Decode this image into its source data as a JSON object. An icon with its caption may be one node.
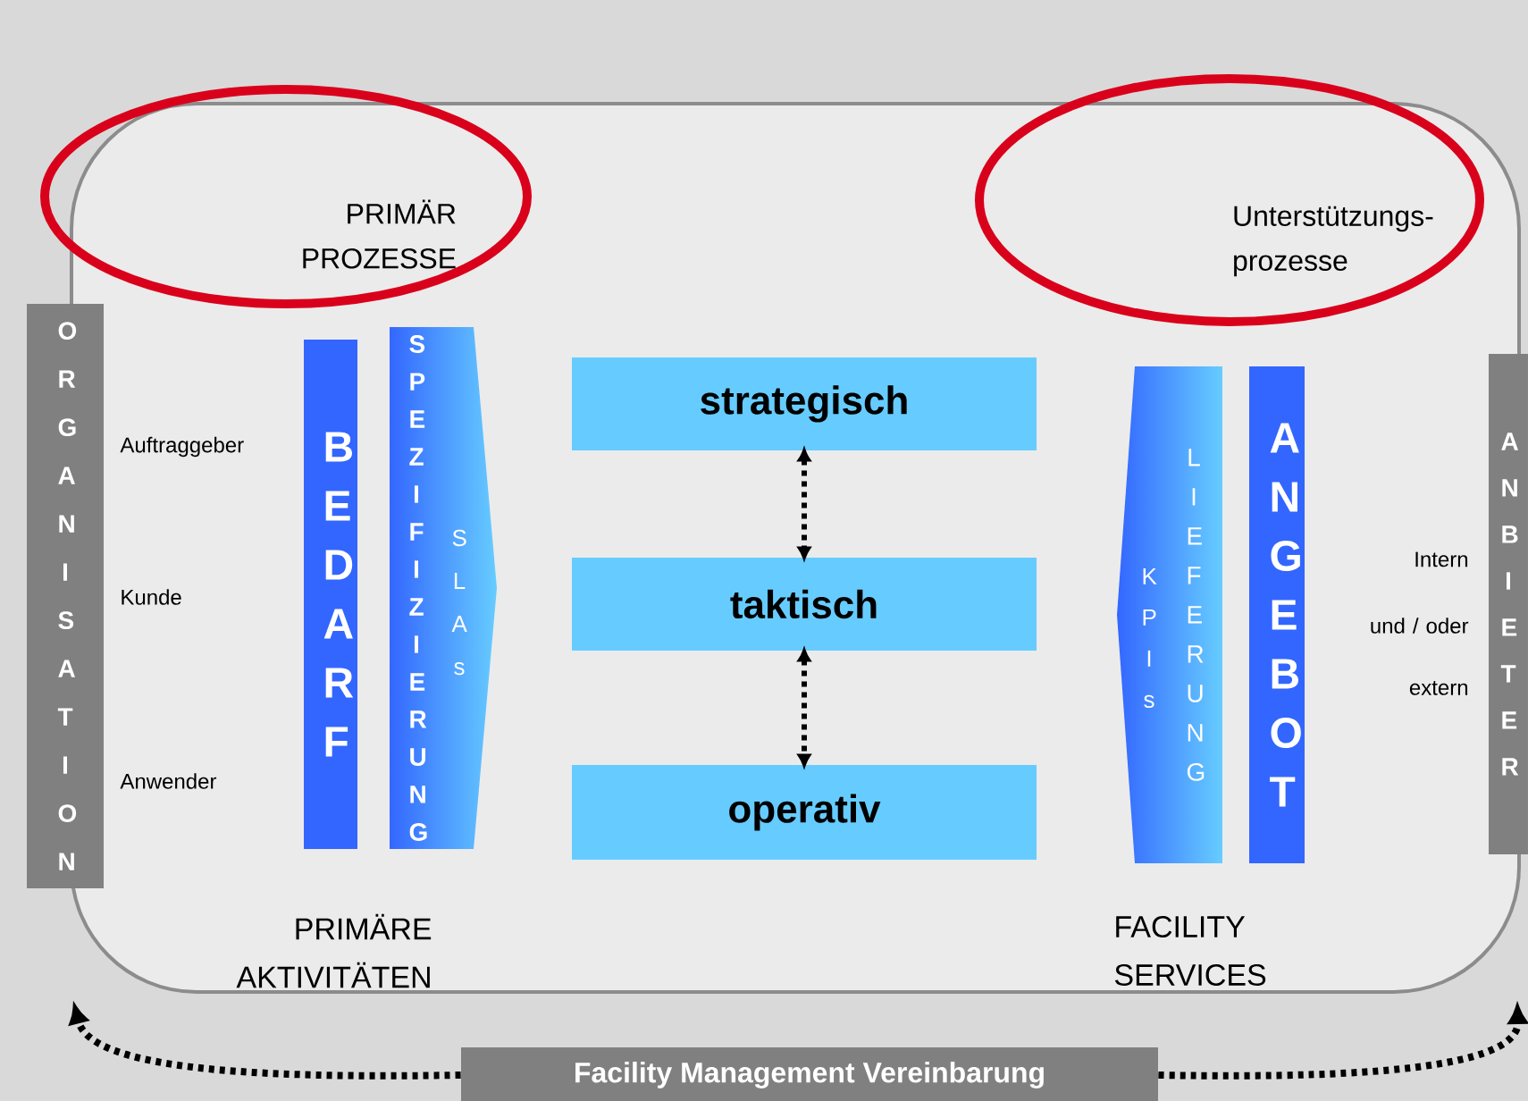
{
  "diagram": {
    "nodes": [
      {
        "text": [],
        "shape": "box"
      },
      {
        "text": [
          "ORGANISATION"
        ]
      },
      {
        "text": [
          "PRIMÄR PROZESSE"
        ]
      },
      {
        "text": [
          "BEDARF"
        ],
        "in": 0
      },
      {
        "text": [
          "SPEZIFIZIERUNG",
          "SLAs"
        ],
        "in": 0
      },
      {
        "text": [
          "strategisch"
        ],
        "in": 0
      },
      {
        "text": [
          "taktisch"
        ],
        "in": 0
      },
      {
        "text": [
          "operativ"
        ],
        "in": 0
      },
      {
        "text": [
          "Unterstützungs- prozesse"
        ]
      },
      {
        "text": [
          "KPIs",
          "LIEFERUNG"
        ],
        "in": 0
      },
      {
        "text": [
          "ANGEBOT"
        ],
        "in": 0
      },
      {
        "text": [
          "ANBIETER"
        ]
      },
      {
        "text": [
          "Facility Management Vereinbarung"
        ]
      }
    ],
    "edges": [
      {
        "from": 5,
        "to": 6,
        "arrow": "both",
        "style": "dashed"
      },
      {
        "from": 6,
        "to": 7,
        "arrow": "both",
        "style": "dashed"
      },
      {
        "from": 12,
        "to": 0,
        "arrow": "to",
        "style": "dashed"
      },
      {
        "from": 12,
        "to": 0,
        "arrow": "to",
        "style": "dashed"
      }
    ],
    "labels": [
      "Auftraggeber",
      "Kunde",
      "Anwender",
      "Intern",
      "und / oder",
      "extern",
      "PRIMÄRE AKTIVITÄTEN",
      "FACILITY SERVICES"
    ]
  }
}
